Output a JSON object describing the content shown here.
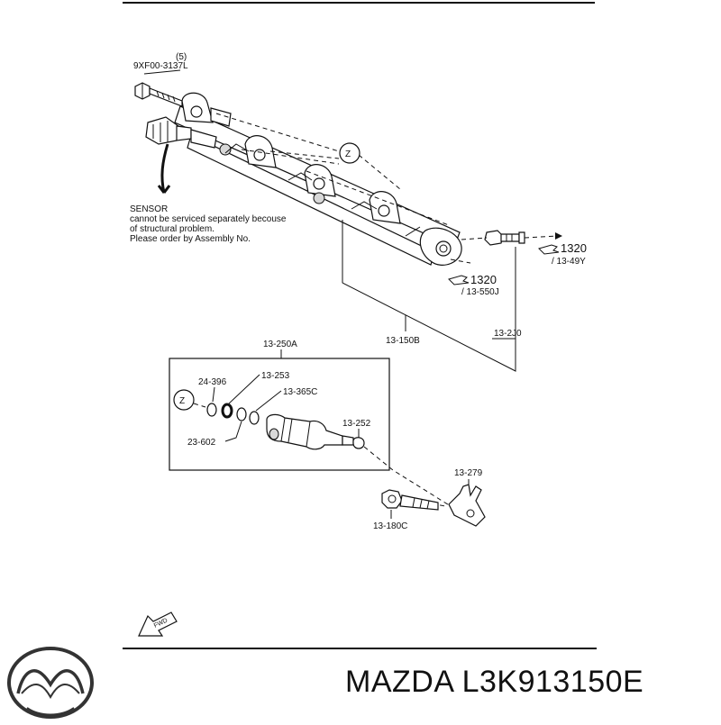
{
  "diagram": {
    "bolt_part_no": "9XF00-3137L",
    "bolt_qty": "(5)",
    "ref_marker": "Z",
    "sensor_note": [
      "SENSOR",
      "cannot be serviced separately becouse",
      "of structural problem.",
      "Please order by Assembly No."
    ],
    "ref_1320_a": "1320",
    "ref_1349y": "/ 13-49Y",
    "ref_1320_b": "1320",
    "ref_13550j": "/ 13-550J",
    "label_13150b": "13-150B",
    "label_132j0": "13-2J0",
    "label_13250a": "13-250A",
    "label_24396": "24-396",
    "label_13253": "13-253",
    "label_13365c": "13-365C",
    "label_13252": "13-252",
    "label_23602": "23-602",
    "label_13279": "13-279",
    "label_13180c": "13-180C",
    "fwd": "FWD"
  },
  "footer": {
    "brand": "MAZDA",
    "part_number": "L3K913150E",
    "logo_icon": "mazda-logo-icon"
  }
}
